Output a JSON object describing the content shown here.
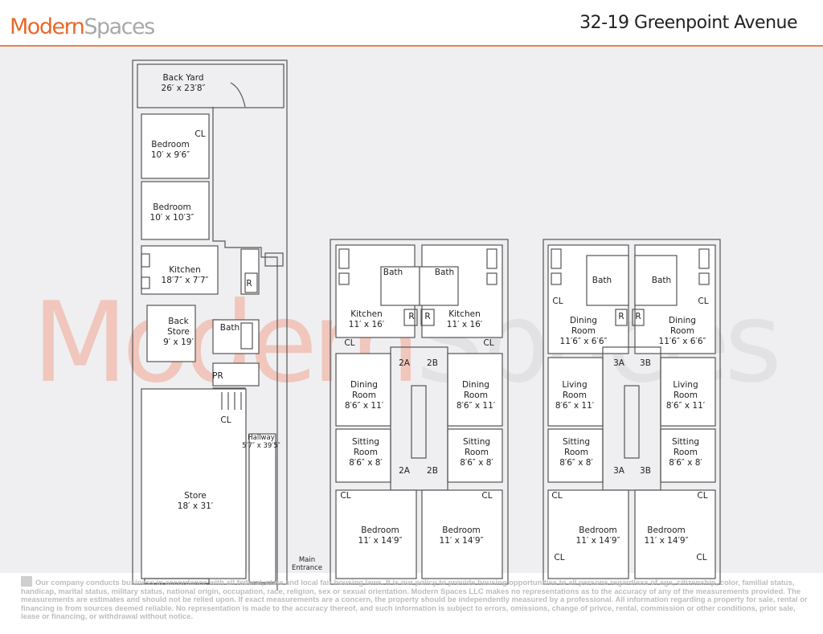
{
  "header": {
    "logo_modern": "Modern",
    "logo_spaces": "Spaces",
    "address": "32-19 Greenpoint Avenue"
  },
  "colors": {
    "brand_orange": "#e8692a",
    "brand_gray": "#a9a9a9",
    "header_rule": "#e8834a"
  },
  "watermark": {
    "modern": "Modern",
    "spaces": "Spaces"
  },
  "plans": [
    {
      "labels": [
        "Back Yard\n26′ x 23′8″",
        "Bedroom\n10′ x 9′6″",
        "CL",
        "Bedroom\n10′ x 10′3″",
        "Kitchen\n18′7″ x 7′7″",
        "R",
        "Back\nStore\n9′ x 19′",
        "Bath",
        "PR",
        "CL",
        "Hallway\n5′7″ x 39′5″",
        "Store\n18′ x 31′",
        "Main\nEntrance"
      ]
    },
    {
      "labels": [
        "Bath",
        "Bath",
        "Kitchen\n11′ x 16′",
        "Kitchen\n11′ x 16′",
        "R",
        "R",
        "CL",
        "CL",
        "2A",
        "2B",
        "Dining\nRoom\n8′6″ x 11′",
        "Dining\nRoom\n8′6″ x 11′",
        "Sitting\nRoom\n8′6″ x 8′",
        "Sitting\nRoom\n8′6″ x 8′",
        "2A",
        "2B",
        "CL",
        "CL",
        "Bedroom\n11′ x 14′9″",
        "Bedroom\n11′ x 14′9″"
      ]
    },
    {
      "labels": [
        "Bath",
        "Bath",
        "CL",
        "CL",
        "R",
        "R",
        "Dining\nRoom\n11′6″ x 6′6″",
        "Dining\nRoom\n11′6″ x 6′6″",
        "3A",
        "3B",
        "Living\nRoom\n8′6″ x 11′",
        "Living\nRoom\n8′6″ x 11′",
        "Sitting\nRoom\n8′6″ x 8′",
        "Sitting\nRoom\n8′6″ x 8′",
        "3A",
        "3B",
        "CL",
        "CL",
        "Bedroom\n11′ x 14′9″",
        "Bedroom\n11′ x 14′9″",
        "CL",
        "CL"
      ]
    }
  ],
  "disclaimer": "Our company conducts business in accordance with all federal, state and local fair housing laws. It is our policy to provide housing opportunities to all persons regardless of age, citizenship, color, familial status, handicap, marital status, military status, national origin, occupation, race, religion, sex or sexual orientation.  Modern Spaces LLC makes no representations as to the accuracy of any of the measurements provided.  The measurements are estimates and should not be relied upon.  If exact measurements are a concern, the property should be independently measured by a professional.  All information regarding a property for sale, rental or financing is from sources deemed reliable.  No representation is made to the accuracy thereof, and such information is subject to errors, omissions, change of privce, rental, commission or other conditions, prior sale, lease or financing, or withdrawal without notice."
}
